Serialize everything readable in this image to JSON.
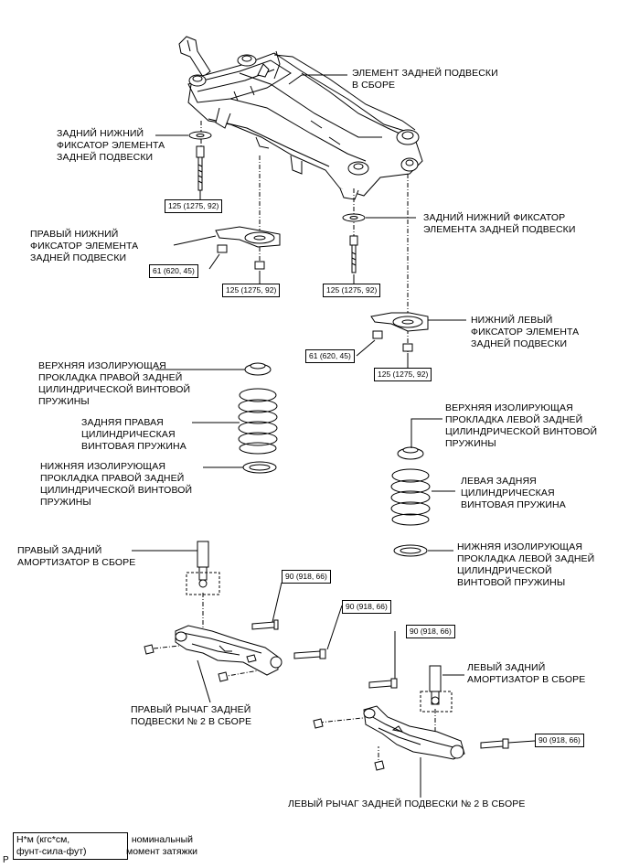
{
  "labels": {
    "subframe": "ЭЛЕМЕНТ ЗАДНЕЙ ПОДВЕСКИ\nВ СБОРЕ",
    "rear_lower_stopper_left": "ЗАДНИЙ НИЖНИЙ\nФИКСАТОР ЭЛЕМЕНТА\nЗАДНЕЙ ПОДВЕСКИ",
    "rear_lower_stopper_right": "ЗАДНИЙ НИЖНИЙ ФИКСАТОР\nЭЛЕМЕНТА ЗАДНЕЙ ПОДВЕСКИ",
    "right_lower_stopper": "ПРАВЫЙ НИЖНИЙ\nФИКСАТОР ЭЛЕМЕНТА\nЗАДНЕЙ ПОДВЕСКИ",
    "left_lower_stopper": "НИЖНИЙ ЛЕВЫЙ\nФИКСАТОР ЭЛЕМЕНТА\nЗАДНЕЙ ПОДВЕСКИ",
    "right_upper_insulator": "ВЕРХНЯЯ ИЗОЛИРУЮЩАЯ\nПРОКЛАДКА ПРАВОЙ ЗАДНЕЙ\nЦИЛИНДРИЧЕСКОЙ ВИНТОВОЙ\nПРУЖИНЫ",
    "right_spring": "ЗАДНЯЯ ПРАВАЯ\nЦИЛИНДРИЧЕСКАЯ\nВИНТОВАЯ ПРУЖИНА",
    "right_lower_insulator": "НИЖНЯЯ ИЗОЛИРУЮЩАЯ\nПРОКЛАДКА ПРАВОЙ ЗАДНЕЙ\nЦИЛИНДРИЧЕСКОЙ ВИНТОВОЙ\nПРУЖИНЫ",
    "left_upper_insulator": "ВЕРХНЯЯ ИЗОЛИРУЮЩАЯ\nПРОКЛАДКА ЛЕВОЙ ЗАДНЕЙ\nЦИЛИНДРИЧЕСКОЙ ВИНТОВОЙ\nПРУЖИНЫ",
    "left_spring": "ЛЕВАЯ ЗАДНЯЯ\nЦИЛИНДРИЧЕСКАЯ\nВИНТОВАЯ ПРУЖИНА",
    "left_lower_insulator": "НИЖНЯЯ ИЗОЛИРУЮЩАЯ\nПРОКЛАДКА ЛЕВОЙ ЗАДНЕЙ\nЦИЛИНДРИЧЕСКОЙ\nВИНТОВОЙ ПРУЖИНЫ",
    "right_shock": "ПРАВЫЙ ЗАДНИЙ\nАМОРТИЗАТОР В СБОРЕ",
    "left_shock": "ЛЕВЫЙ ЗАДНИЙ\nАМОРТИЗАТОР В СБОРЕ",
    "right_arm": "ПРАВЫЙ РЫЧАГ ЗАДНЕЙ\nПОДВЕСКИ № 2 В СБОРЕ",
    "left_arm": "ЛЕВЫЙ РЫЧАГ ЗАДНЕЙ ПОДВЕСКИ № 2 В СБОРЕ"
  },
  "torques": {
    "t1": "125 (1275, 92)",
    "t2": "61 (620, 45)",
    "t3": "125 (1275, 92)",
    "t4": "125 (1275, 92)",
    "t5": "61 (620, 45)",
    "t6": "125 (1275, 92)",
    "t7": "90 (918, 66)",
    "t8": "90 (918, 66)",
    "t9": "90 (918, 66)",
    "t10": "90 (918, 66)"
  },
  "legend": {
    "box": "Н*м (кгс*см,\nфунт-сила-фут)",
    "note": ": номинальный\nмомент затяжки"
  },
  "page_mark": "P"
}
